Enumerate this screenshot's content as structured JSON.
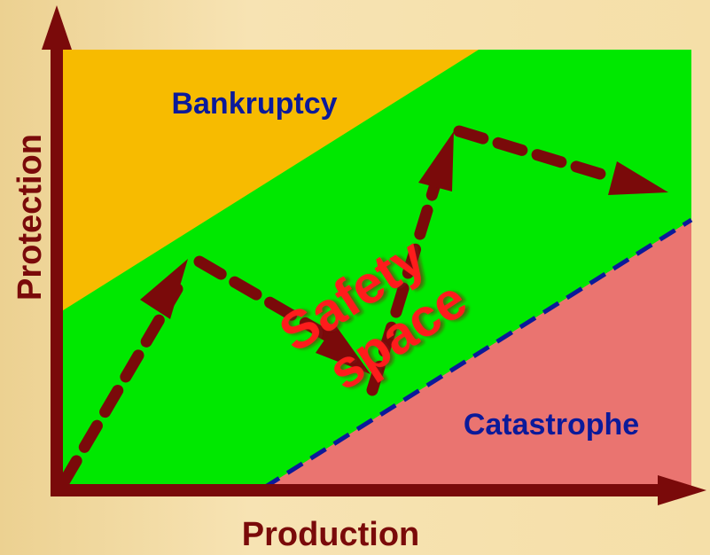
{
  "diagram": {
    "title": "",
    "region_labels": {
      "bankruptcy": "Bankruptcy",
      "catastrophe": "Catastrophe",
      "safety_line1": "Safety",
      "safety_line2": "space"
    },
    "axes": {
      "x_label": "Production",
      "y_label": "Protection"
    },
    "colors": {
      "background": "#f3dca2",
      "safety_region": "#00e800",
      "bankruptcy_region": "#f7bb00",
      "catastrophe_region": "#ea7470",
      "axis": "#7a0a0a",
      "label_blue": "#0b1a9a",
      "safety_text": "#ff1e1e",
      "path": "#7a0a0a",
      "boundary": "#0b1a9a"
    }
  }
}
